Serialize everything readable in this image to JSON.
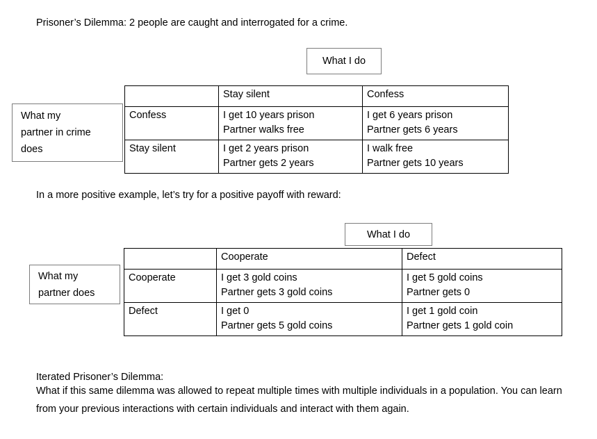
{
  "intro_text": "Prisoner’s Dilemma: 2 people are caught and interrogated for a crime.",
  "middle_text": "In a more positive example, let’s try for a positive payoff with reward:",
  "iterated": {
    "title": "Iterated Prisoner’s Dilemma:",
    "body": "What if this same dilemma was allowed to repeat multiple times with multiple individuals in a population. You can learn from your previous interactions with certain individuals and interact with them again."
  },
  "matrix_1": {
    "column_axis_label": "What I do",
    "row_axis_label": "What my\npartner in crime\ndoes",
    "corner": "",
    "column_headers": [
      "Stay silent",
      "Confess"
    ],
    "row_headers": [
      "Confess",
      "Stay silent"
    ],
    "cells": [
      [
        "I get 10 years prison\nPartner walks free",
        "I get 6 years prison\nPartner gets 6 years"
      ],
      [
        "I get 2 years prison\nPartner gets 2 years",
        "I walk free\nPartner gets 10 years"
      ]
    ]
  },
  "matrix_2": {
    "column_axis_label": "What I do",
    "row_axis_label": "What my\npartner does",
    "corner": "",
    "column_headers": [
      "Cooperate",
      "Defect"
    ],
    "row_headers": [
      "Cooperate",
      "Defect"
    ],
    "cells": [
      [
        "I get 3 gold coins\nPartner gets 3 gold coins",
        "I get 5 gold coins\nPartner gets 0"
      ],
      [
        "I get 0\nPartner gets 5 gold coins",
        "I get 1 gold coin\nPartner gets 1 gold coin"
      ]
    ]
  },
  "colors": {
    "background": "#ffffff",
    "text": "#000000",
    "table_border": "#000000",
    "label_box_border": "#7c7c7c"
  }
}
